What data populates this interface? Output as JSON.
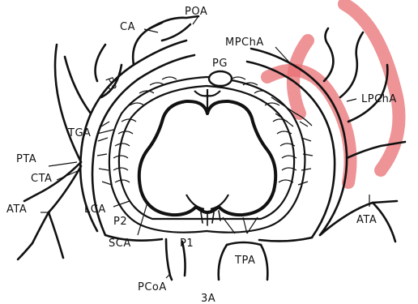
{
  "figure": {
    "labels": {
      "poa": "POA",
      "ca": "CA",
      "mpcha": "MPChA",
      "pg": "PG",
      "lpcha": "LPChA",
      "p3": "P3",
      "tga": "TGA",
      "pta": "PTA",
      "cta": "CTA",
      "ata_left": "ATA",
      "lca": "LCA",
      "p2": "P2",
      "sca": "SCA",
      "p1": "P1",
      "tpa": "TPA",
      "ata_right": "ATA",
      "pcoa": "PCoA",
      "ba": "3A"
    },
    "colors": {
      "ink": "#111111",
      "watermark": "#e86f73",
      "background": "#ffffff"
    }
  }
}
